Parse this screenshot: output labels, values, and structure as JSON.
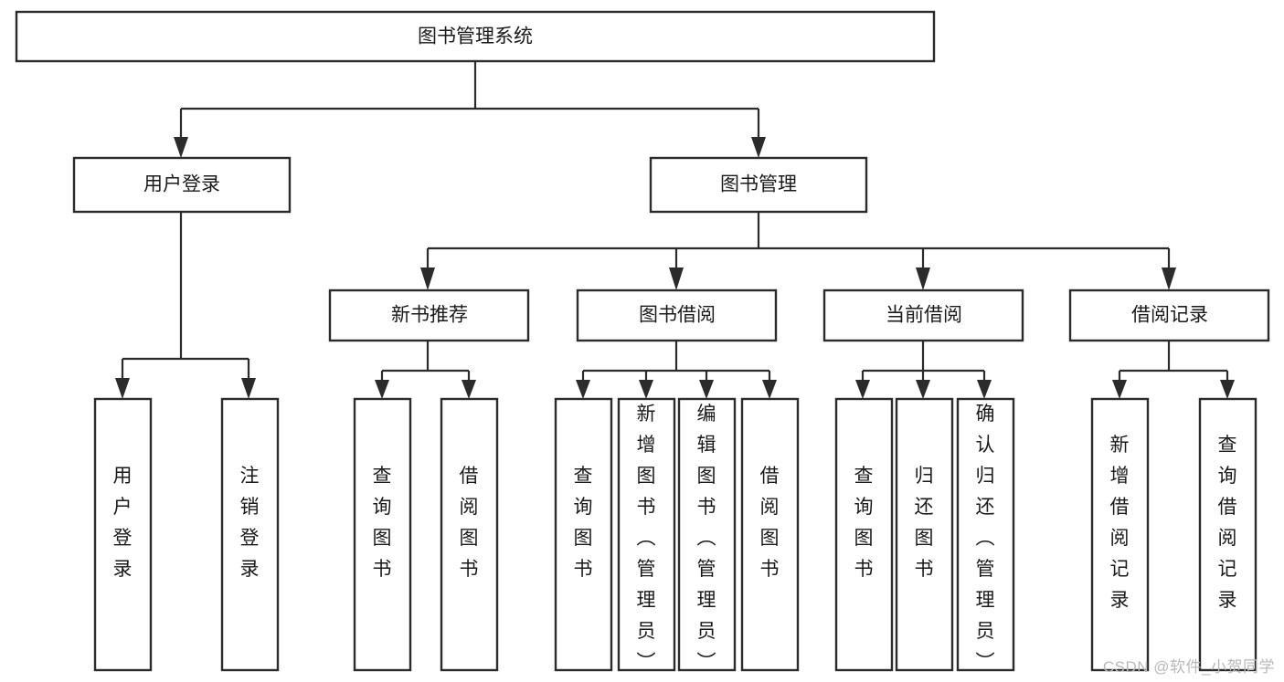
{
  "diagram": {
    "type": "tree",
    "title": "图书管理系统",
    "watermark": "CSDN @软件_小贺同学",
    "theme": {
      "background": "#ffffff",
      "box_fill": "#ffffff",
      "box_stroke": "#2b2b2b",
      "line_color": "#2b2b2b",
      "text_color": "#1a1a1a",
      "watermark_color": "#b9b9b9"
    },
    "levels": [
      {
        "level": 1,
        "orientation": "horizontal",
        "nodes": [
          {
            "id": "root",
            "label": "图书管理系统"
          }
        ]
      },
      {
        "level": 2,
        "orientation": "horizontal",
        "nodes": [
          {
            "id": "login",
            "label": "用户登录",
            "parent": "root"
          },
          {
            "id": "bookmgmt",
            "label": "图书管理",
            "parent": "root"
          }
        ]
      },
      {
        "level": 3,
        "orientation": "horizontal",
        "nodes": [
          {
            "id": "newbook",
            "label": "新书推荐",
            "parent": "bookmgmt"
          },
          {
            "id": "borrow",
            "label": "图书借阅",
            "parent": "bookmgmt"
          },
          {
            "id": "current",
            "label": "当前借阅",
            "parent": "bookmgmt"
          },
          {
            "id": "record",
            "label": "借阅记录",
            "parent": "bookmgmt"
          }
        ]
      },
      {
        "level": 4,
        "orientation": "vertical",
        "nodes": [
          {
            "id": "leaf1",
            "label": "用户登录",
            "parent": "login"
          },
          {
            "id": "leaf2",
            "label": "注销登录",
            "parent": "login"
          },
          {
            "id": "leaf3",
            "label": "查询图书",
            "parent": "newbook"
          },
          {
            "id": "leaf4",
            "label": "借阅图书",
            "parent": "newbook"
          },
          {
            "id": "leaf5",
            "label": "查询图书",
            "parent": "borrow"
          },
          {
            "id": "leaf6",
            "label": "新增图书（管理员）",
            "parent": "borrow"
          },
          {
            "id": "leaf7",
            "label": "编辑图书（管理员）",
            "parent": "borrow"
          },
          {
            "id": "leaf8",
            "label": "借阅图书",
            "parent": "borrow"
          },
          {
            "id": "leaf9",
            "label": "查询图书",
            "parent": "current"
          },
          {
            "id": "leaf10",
            "label": "归还图书",
            "parent": "current"
          },
          {
            "id": "leaf11",
            "label": "确认归还（管理员）",
            "parent": "current"
          },
          {
            "id": "leaf12",
            "label": "新增借阅记录",
            "parent": "record"
          },
          {
            "id": "leaf13",
            "label": "查询借阅记录",
            "parent": "record"
          }
        ]
      }
    ]
  }
}
